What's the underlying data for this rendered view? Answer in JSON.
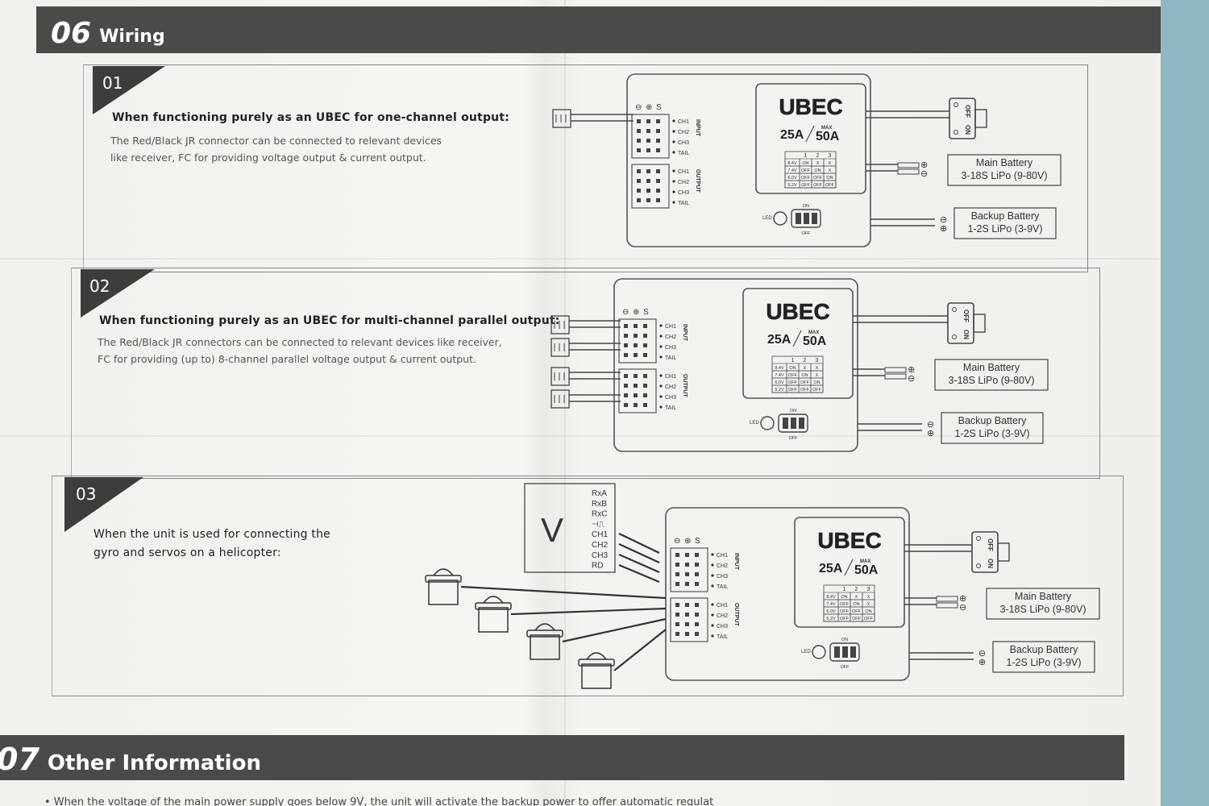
{
  "section6": {
    "number": "06",
    "title": "Wiring"
  },
  "section7": {
    "number": "07",
    "title": "Other Information"
  },
  "steps": [
    {
      "number": "01",
      "title": "When functioning purely as an UBEC for one-channel output:",
      "desc_lines": [
        "The Red/Black JR connector can be connected to relevant devices",
        "like receiver, FC for providing voltage output & current output."
      ]
    },
    {
      "number": "02",
      "title": "When functioning purely as an UBEC for multi-channel parallel output:",
      "desc_lines": [
        "The Red/Black JR connectors can be connected to relevant devices like receiver,",
        "FC for providing (up to) 8-channel parallel voltage output & current output."
      ]
    },
    {
      "number": "03",
      "title_lines": [
        "When the unit is used for connecting the",
        "gyro and servos on a helicopter:"
      ]
    }
  ],
  "device": {
    "brand": "UBEC",
    "rating": "25A",
    "max_label": "MAX",
    "max_rating": "50A",
    "input_label": "INPUT",
    "output_label": "OUTPUT",
    "channels": [
      "CH1",
      "CH2",
      "CH3",
      "TAIL"
    ],
    "polarity": [
      "⊖",
      "⊕",
      "S"
    ],
    "led_label": "LED",
    "on_label": "ON",
    "off_label": "OFF",
    "switch_on": "ON",
    "switch_off": "OFF",
    "table_header": [
      "1",
      "2",
      "3"
    ],
    "table_rows": [
      [
        "8.4V",
        "ON",
        "X",
        "X"
      ],
      [
        "7.4V",
        "OFF",
        "ON",
        "X"
      ],
      [
        "6.0V",
        "OFF",
        "OFF",
        "ON"
      ],
      [
        "5.2V",
        "OFF",
        "OFF",
        "OFF"
      ]
    ]
  },
  "main_battery": {
    "line1": "Main Battery",
    "line2": "3-18S LiPo (9-80V)"
  },
  "backup_battery": {
    "line1": "Backup Battery",
    "line2": "1-2S LiPo (3-9V)"
  },
  "gyro": {
    "symbol": "V",
    "ports": [
      "RxA",
      "RxB",
      "RxC",
      "⊣⎍",
      "CH1",
      "CH2",
      "CH3",
      "RD"
    ]
  },
  "footer_line": "• When the voltage of the main power supply goes below 9V, the unit will activate the backup power to offer automatic regulat"
}
